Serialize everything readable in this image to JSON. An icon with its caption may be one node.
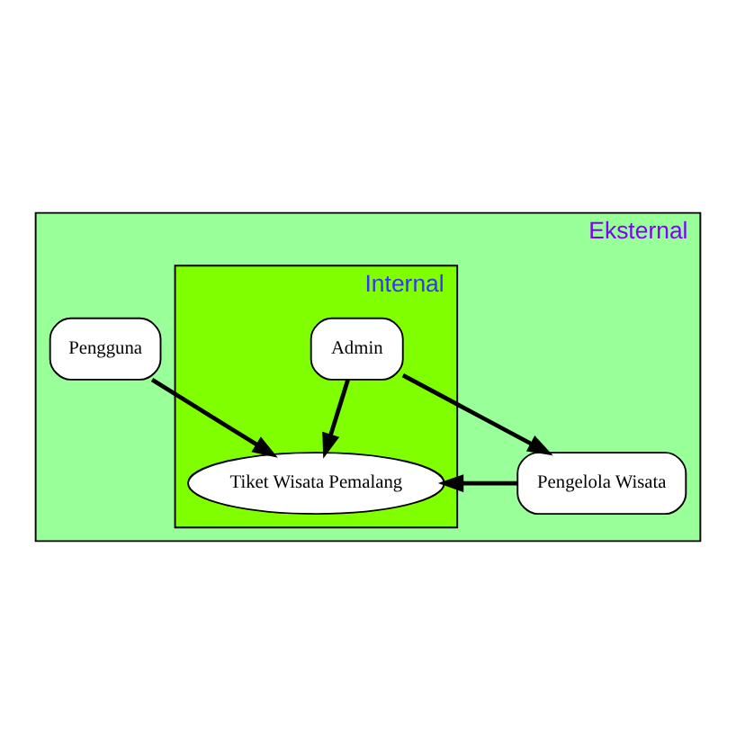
{
  "diagram": {
    "nodes": [
      {
        "text": [
          "Eksternal"
        ]
      },
      {
        "text": [
          "Internal"
        ],
        "in": 0
      },
      {
        "text": [
          "Admin"
        ],
        "in": 1
      },
      {
        "text": [
          "Tiket Wisata Pemalang"
        ],
        "in": 1
      },
      {
        "text": [
          "Pengguna"
        ],
        "in": 0
      },
      {
        "text": [
          "Pengelola Wisata"
        ],
        "in": 0
      }
    ],
    "edges": [
      {
        "from": 2,
        "to": 3,
        "arrow": "to"
      },
      {
        "from": 2,
        "to": 5,
        "arrow": "to"
      },
      {
        "from": 4,
        "to": 3,
        "arrow": "to"
      },
      {
        "from": 5,
        "to": 3,
        "arrow": "to"
      }
    ]
  }
}
